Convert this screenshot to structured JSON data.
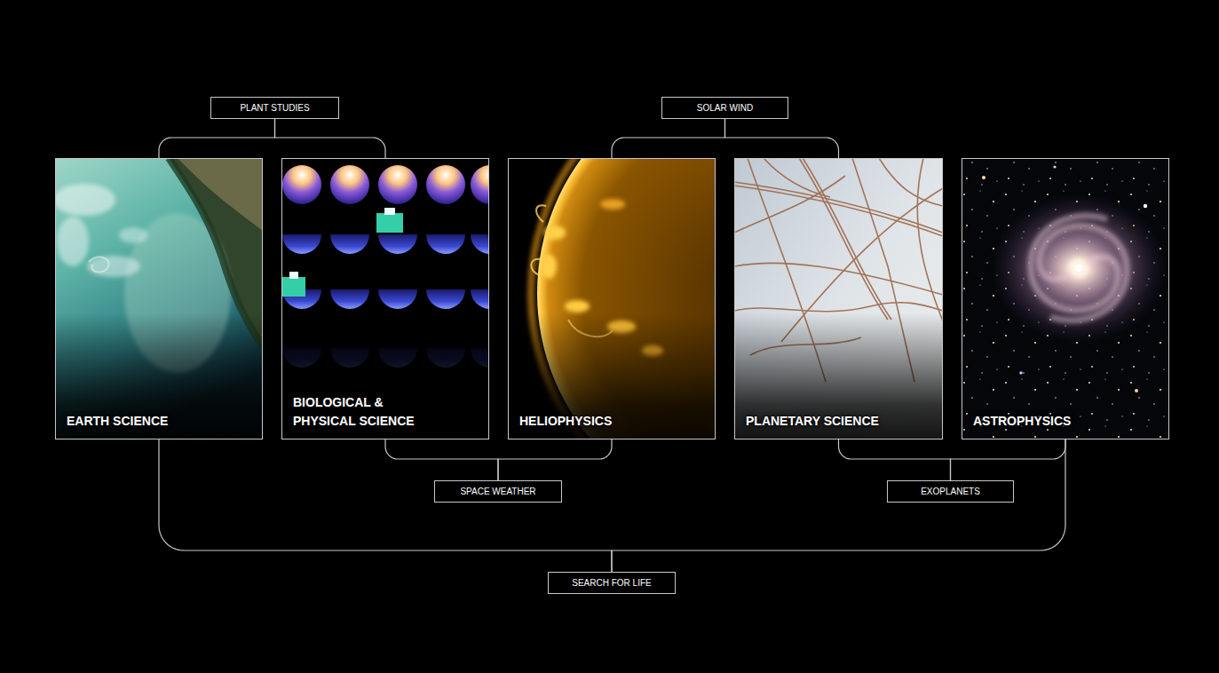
{
  "diagram": {
    "nodes": [
      {
        "text": [
          "PLANT STUDIES"
        ]
      },
      {
        "text": [
          "SOLAR WIND"
        ]
      },
      {
        "text": [
          "EARTH SCIENCE"
        ]
      },
      {
        "text": [
          "BIOLOGICAL & PHYSICAL SCIENCE"
        ]
      },
      {
        "text": [
          "HELIOPHYSICS"
        ]
      },
      {
        "text": [
          "PLANETARY SCIENCE"
        ]
      },
      {
        "text": [
          "ASTROPHYSICS"
        ]
      },
      {
        "text": [
          "SPACE WEATHER"
        ]
      },
      {
        "text": [
          "EXOPLANETS"
        ]
      },
      {
        "text": [
          "SEARCH FOR LIFE"
        ]
      }
    ],
    "edges": [
      {
        "from": 0,
        "to": 2,
        "arrow": "none"
      },
      {
        "from": 0,
        "to": 3,
        "arrow": "none"
      },
      {
        "from": 1,
        "to": 4,
        "arrow": "none"
      },
      {
        "from": 1,
        "to": 5,
        "arrow": "none"
      },
      {
        "from": 7,
        "to": 3,
        "arrow": "none"
      },
      {
        "from": 7,
        "to": 4,
        "arrow": "none"
      },
      {
        "from": 8,
        "to": 5,
        "arrow": "none"
      },
      {
        "from": 8,
        "to": 6,
        "arrow": "none"
      },
      {
        "from": 9,
        "to": 2,
        "arrow": "none"
      },
      {
        "from": 9,
        "to": 6,
        "arrow": "none"
      }
    ]
  }
}
